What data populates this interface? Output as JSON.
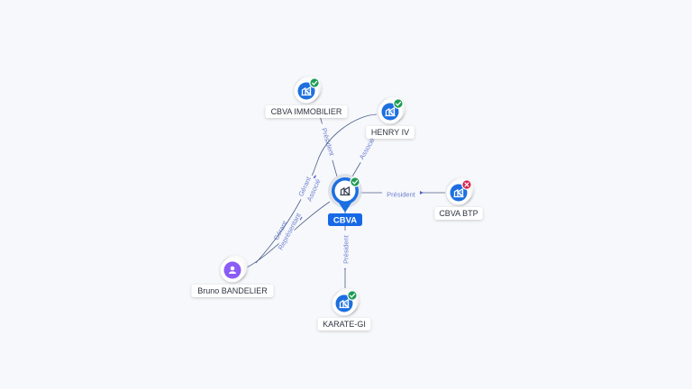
{
  "colors": {
    "background": "#f7f8fb",
    "edge": "#4a5f8a",
    "edge_label": "#6b7fd0",
    "company_icon": "#1d6fe0",
    "person_icon": "#8b5cf6",
    "status_active": "#1f9d55",
    "status_closed": "#d6224d",
    "center_label_bg": "#1669e6"
  },
  "nodes": [
    {
      "id": "cbva",
      "name": "cbva-node",
      "label": "CBVA",
      "type": "company",
      "status": "active",
      "icon": "building-icon",
      "center": true
    },
    {
      "id": "immo",
      "name": "cbva-immobilier-node",
      "label": "CBVA IMMOBILIER",
      "type": "company",
      "status": "active",
      "icon": "building-icon"
    },
    {
      "id": "henry",
      "name": "henry-iv-node",
      "label": "HENRY IV",
      "type": "company",
      "status": "active",
      "icon": "building-icon"
    },
    {
      "id": "btp",
      "name": "cbva-btp-node",
      "label": "CBVA BTP",
      "type": "company",
      "status": "closed",
      "icon": "building-icon"
    },
    {
      "id": "karate",
      "name": "karate-gi-node",
      "label": "KARATE-GI",
      "type": "company",
      "status": "active",
      "icon": "building-icon"
    },
    {
      "id": "bruno",
      "name": "bruno-bandelier-node",
      "label": "Bruno BANDELIER",
      "type": "person",
      "status": "none",
      "icon": "person-icon"
    }
  ],
  "edges": [
    {
      "name": "edge-cbva-immo",
      "from": "cbva",
      "to": "immo",
      "label": "Président"
    },
    {
      "name": "edge-cbva-henry",
      "from": "cbva",
      "to": "henry",
      "label": "Associé"
    },
    {
      "name": "edge-cbva-btp",
      "from": "cbva",
      "to": "btp",
      "label": "Président"
    },
    {
      "name": "edge-cbva-karate",
      "from": "cbva",
      "to": "karate",
      "label": "Président"
    },
    {
      "name": "edge-bruno-cbva",
      "from": "bruno",
      "to": "cbva",
      "label": "Gérant",
      "label2": "Représentant"
    },
    {
      "name": "edge-bruno-henry",
      "from": "bruno",
      "to": "henry",
      "label": "Gérant",
      "label2": "Associé"
    }
  ]
}
